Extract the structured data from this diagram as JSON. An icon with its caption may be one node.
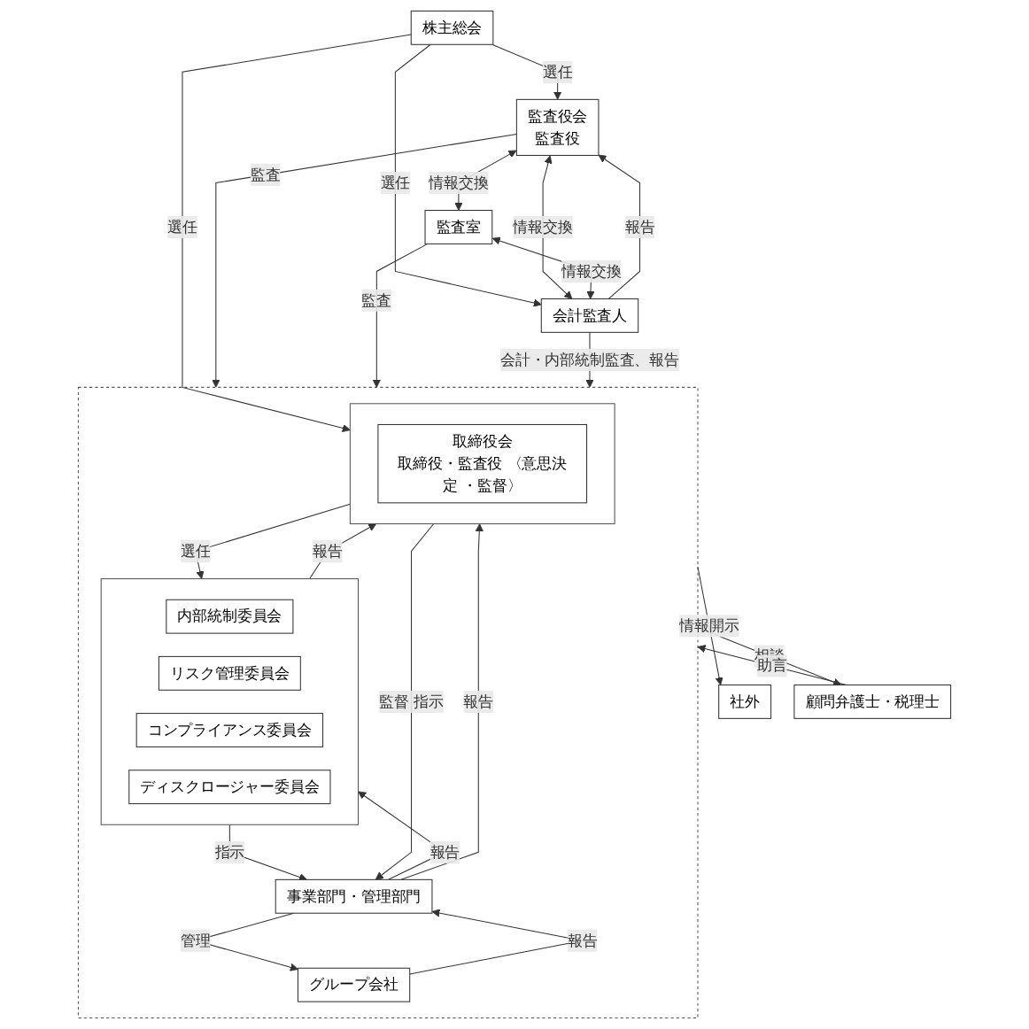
{
  "diagram": {
    "nodes": [
      {
        "text": [
          "株主総会"
        ]
      },
      {
        "text": [
          "社外"
        ]
      },
      {
        "text": [],
        "shape": "box"
      },
      {
        "text": [],
        "shape": "box",
        "in": 2
      },
      {
        "text": [
          "内部統制委員会"
        ],
        "in": 3
      },
      {
        "text": [
          "リスク管理委員会"
        ],
        "in": 3
      },
      {
        "text": [
          "コンプライアンス委員会"
        ],
        "in": 3
      },
      {
        "text": [
          "ディスクロージャー委員会"
        ],
        "in": 3
      },
      {
        "text": [],
        "shape": "box",
        "in": 2
      },
      {
        "text": [
          "取締役会",
          "取締役・監査役 〈意思決定 ・監督〉"
        ],
        "in": 8
      },
      {
        "text": [
          "監査役会",
          "監査役"
        ]
      },
      {
        "text": [
          "監査室"
        ]
      },
      {
        "text": [
          "会計監査人"
        ]
      },
      {
        "text": [
          "事業部門・管理部門"
        ],
        "in": 2
      },
      {
        "text": [
          "グループ会社"
        ],
        "in": 2
      },
      {
        "text": [
          "顧問弁護士・税理士"
        ]
      }
    ],
    "edges": [
      {
        "from": 0,
        "to": 8,
        "arrow": "to",
        "label": "選任"
      },
      {
        "from": 0,
        "to": 10,
        "arrow": "to",
        "label": "選任"
      },
      {
        "from": 0,
        "to": 12,
        "arrow": "to",
        "label": "選任"
      },
      {
        "from": 8,
        "to": 3,
        "arrow": "to",
        "label": "選任"
      },
      {
        "from": 3,
        "to": 8,
        "arrow": "to",
        "label": "報告"
      },
      {
        "from": 10,
        "to": 2,
        "arrow": "to",
        "label": "監査"
      },
      {
        "from": 12,
        "to": 10,
        "arrow": "to",
        "label": "報告"
      },
      {
        "from": 10,
        "to": 12,
        "arrow": "both",
        "label": "情報交換"
      },
      {
        "from": 10,
        "to": 11,
        "arrow": "both",
        "label": "情報交換"
      },
      {
        "from": 11,
        "to": 2,
        "arrow": "to",
        "label": "監査"
      },
      {
        "from": 11,
        "to": 12,
        "arrow": "both",
        "label": "情報交換"
      },
      {
        "from": 12,
        "to": 2,
        "arrow": "to",
        "label": "会計・内部統制監査、報告"
      },
      {
        "from": 2,
        "to": 1,
        "arrow": "to",
        "label": "情報開示"
      },
      {
        "from": 13,
        "to": 3,
        "arrow": "to",
        "label": "報告"
      },
      {
        "from": 3,
        "to": 13,
        "arrow": "to",
        "label": "指示"
      },
      {
        "from": 13,
        "to": 8,
        "arrow": "to",
        "label": "報告"
      },
      {
        "from": 8,
        "to": 13,
        "arrow": "to",
        "label": "監督 指示"
      },
      {
        "from": 14,
        "to": 13,
        "arrow": "to",
        "label": "報告"
      },
      {
        "from": 13,
        "to": 14,
        "arrow": "to",
        "label": "管理"
      },
      {
        "from": 2,
        "to": 15,
        "arrow": "to",
        "label": "相談"
      },
      {
        "from": 15,
        "to": 2,
        "arrow": "to",
        "label": "助言"
      }
    ]
  }
}
